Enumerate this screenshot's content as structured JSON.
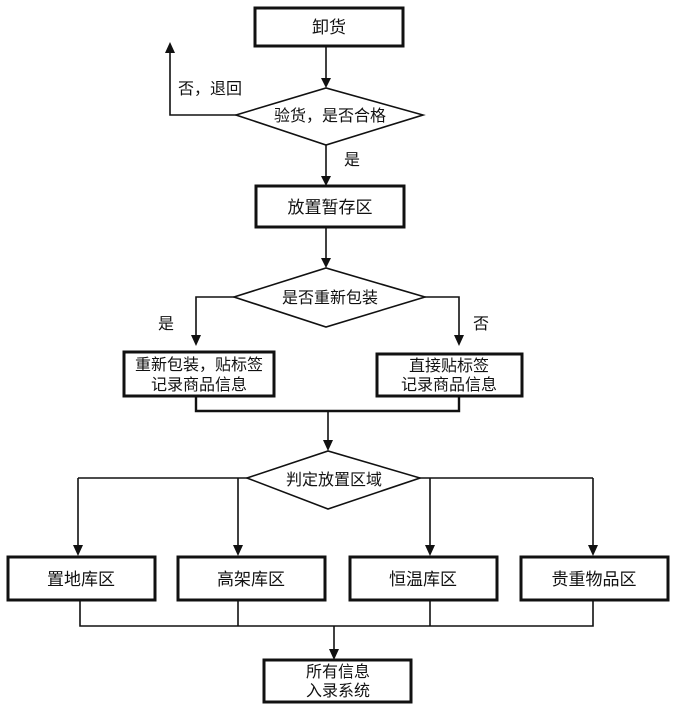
{
  "nodes": {
    "unload": "卸货",
    "inspect": "验货，是否合格",
    "temp_storage": "放置暂存区",
    "repack_decision": "是否重新包装",
    "repack_label_1": "重新包装，贴标签",
    "repack_label_2": "记录商品信息",
    "direct_label_1": "直接贴标签",
    "direct_label_2": "记录商品信息",
    "zone_decision": "判定放置区域",
    "zone_floor": "置地库区",
    "zone_highrack": "高架库区",
    "zone_thermo": "恒温库区",
    "zone_valuables": "贵重物品区",
    "enter_1": "所有信息",
    "enter_2": "入录系统"
  },
  "edges": {
    "reject": "否，退回",
    "pass": "是",
    "repack_yes": "是",
    "repack_no": "否"
  }
}
